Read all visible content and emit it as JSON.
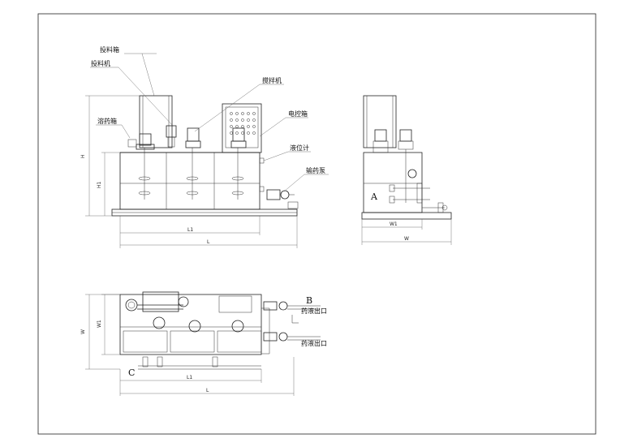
{
  "front_view": {
    "labels": {
      "hopper": "投料箱",
      "feeder": "投料机",
      "dissolve_tank": "溶药箱",
      "mixer": "搅拌机",
      "control_box": "电控箱",
      "level_gauge": "液位计",
      "dosing_pump": "输药泵"
    },
    "dims": {
      "height_total": "H",
      "height_tank": "H1",
      "length_inner": "L1",
      "length_total": "L"
    }
  },
  "side_view": {
    "marker_a": "A",
    "dims": {
      "width_inner": "W1",
      "width_total": "W"
    }
  },
  "plan_view": {
    "marker_b": "B",
    "marker_c": "C",
    "outlet_1": "药液出口",
    "outlet_2": "药液出口",
    "dims": {
      "width_total": "W",
      "width_inner": "W1",
      "length_inner": "L1",
      "length_total": "L"
    }
  }
}
